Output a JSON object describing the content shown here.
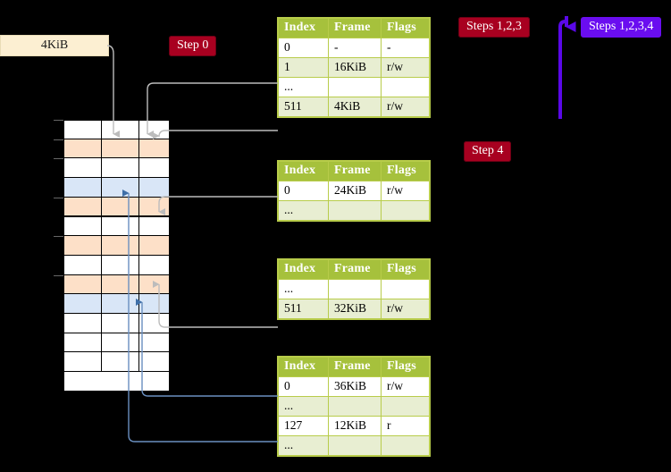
{
  "labels": {
    "size_box": "4KiB",
    "step0": "Step 0",
    "step4": "Step 4",
    "steps123": "Steps 1,2,3",
    "steps1234": "Steps 1,2,3,4"
  },
  "colors": {
    "header_green": "#a6c13c",
    "row_alt": "#e8eed2",
    "highlight_yellow": "#fbf8a8",
    "badge_red": "#a80020",
    "badge_violet": "#6a0df0",
    "cream": "#fcefd2",
    "mem_orange": "#fde0c8",
    "mem_blue": "#d9e6f7",
    "connector_gray": "#b3b3b3",
    "connector_blue": "#6a8fc0"
  },
  "tables": [
    {
      "name": "pml4-table",
      "columns": [
        "Index",
        "Frame",
        "Flags"
      ],
      "rows": [
        {
          "style": "plain",
          "cells": [
            "0",
            "-",
            "-"
          ]
        },
        {
          "style": "alt",
          "cells": [
            "1",
            "16KiB",
            "r/w"
          ]
        },
        {
          "style": "plain",
          "cells": [
            "...",
            "",
            ""
          ]
        },
        {
          "style": "alt",
          "highlight": true,
          "cells": [
            "511",
            "4KiB",
            "r/w"
          ]
        }
      ]
    },
    {
      "name": "pdpt-table",
      "columns": [
        "Index",
        "Frame",
        "Flags"
      ],
      "rows": [
        {
          "style": "plain",
          "cells": [
            "0",
            "24KiB",
            "r/w"
          ]
        },
        {
          "style": "alt",
          "cells": [
            "...",
            "",
            ""
          ]
        }
      ]
    },
    {
      "name": "pd-table",
      "columns": [
        "Index",
        "Frame",
        "Flags"
      ],
      "rows": [
        {
          "style": "plain",
          "cells": [
            "...",
            "",
            ""
          ]
        },
        {
          "style": "alt",
          "cells": [
            "511",
            "32KiB",
            "r/w"
          ]
        }
      ]
    },
    {
      "name": "pt-table",
      "columns": [
        "Index",
        "Frame",
        "Flags"
      ],
      "rows": [
        {
          "style": "plain",
          "cells": [
            "0",
            "36KiB",
            "r/w"
          ]
        },
        {
          "style": "alt",
          "cells": [
            "...",
            "",
            ""
          ]
        },
        {
          "style": "plain",
          "cells": [
            "127",
            "12KiB",
            "r"
          ]
        },
        {
          "style": "alt",
          "cells": [
            "...",
            "",
            ""
          ]
        }
      ]
    }
  ],
  "memory_grid": {
    "name": "physical-memory-column",
    "rows": [
      {
        "fill": "white"
      },
      {
        "fill": "orange"
      },
      {
        "fill": "white"
      },
      {
        "fill": "blue"
      },
      {
        "fill": "orange"
      },
      {
        "fill": "white"
      },
      {
        "fill": "orange"
      },
      {
        "fill": "white"
      },
      {
        "fill": "orange"
      },
      {
        "fill": "blue"
      },
      {
        "fill": "white"
      },
      {
        "fill": "white"
      },
      {
        "fill": "white"
      },
      {
        "fill": "white"
      }
    ]
  }
}
